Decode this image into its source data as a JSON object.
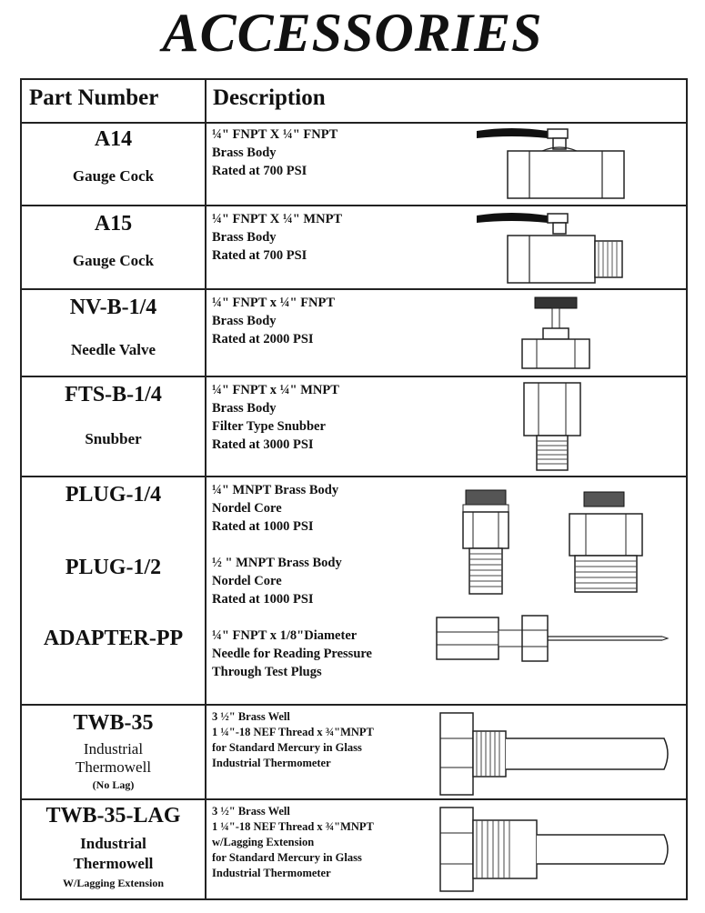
{
  "title": "ACCESSORIES",
  "header": {
    "part_number": "Part Number",
    "description": "Description"
  },
  "rows": [
    {
      "part": "A14",
      "name": "Gauge Cock",
      "desc": [
        "¼\" FNPT X ¼\" FNPT",
        "Brass Body",
        "Rated at 700 PSI"
      ]
    },
    {
      "part": "A15",
      "name": "Gauge Cock",
      "desc": [
        "¼\" FNPT X ¼\" MNPT",
        "Brass Body",
        "Rated at 700 PSI"
      ]
    },
    {
      "part": "NV-B-1/4",
      "name": "Needle Valve",
      "desc": [
        "¼\" FNPT x ¼\" FNPT",
        "Brass Body",
        "Rated at 2000 PSI"
      ]
    },
    {
      "part": "FTS-B-1/4",
      "name": "Snubber",
      "desc": [
        "¼\" FNPT x ¼\" MNPT",
        "Brass Body",
        "Filter Type Snubber",
        "Rated at 3000 PSI"
      ]
    },
    {
      "part": "PLUG-1/4",
      "desc": [
        "¼\" MNPT Brass Body",
        "Nordel Core",
        "Rated at 1000 PSI"
      ]
    },
    {
      "part": "PLUG-1/2",
      "desc": [
        "½ \" MNPT Brass Body",
        "Nordel Core",
        "Rated at 1000 PSI"
      ]
    },
    {
      "part": "ADAPTER-PP",
      "desc": [
        "¼\" FNPT x 1/8\"Diameter",
        "Needle for Reading Pressure",
        "Through Test Plugs"
      ]
    },
    {
      "part": "TWB-35",
      "name1": "Industrial",
      "name2": "Thermowell",
      "note": "(No Lag)",
      "desc": [
        "3 ½\" Brass Well",
        "1 ¼\"-18 NEF Thread x ¾\"MNPT",
        "for Standard Mercury in Glass",
        "Industrial Thermometer"
      ]
    },
    {
      "part": "TWB-35-LAG",
      "name1": "Industrial",
      "name2": "Thermowell",
      "note": "W/Lagging Extension",
      "desc": [
        "3 ½\" Brass Well",
        "1 ¼\"-18 NEF Thread x ¾\"MNPT",
        "w/Lagging Extension",
        "for Standard Mercury in Glass",
        "Industrial Thermometer"
      ]
    }
  ]
}
